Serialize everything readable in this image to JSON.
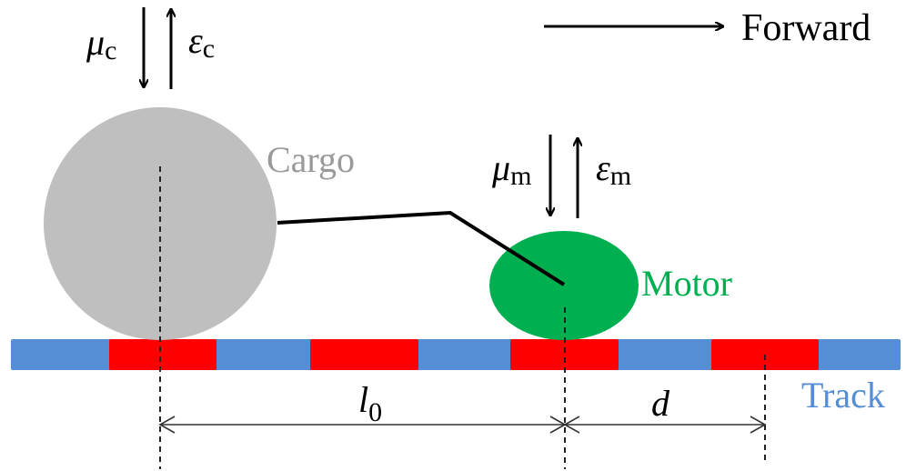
{
  "diagram": {
    "forward_label": "Forward",
    "cargo": {
      "label": "Cargo",
      "color": "#bfbfbf",
      "label_color": "#9a9a9a",
      "rate_binding": {
        "symbol": "μ",
        "subscript": "c"
      },
      "rate_unbinding": {
        "symbol": "ε",
        "subscript": "c"
      }
    },
    "motor": {
      "label": "Motor",
      "color": "#00b050",
      "label_color": "#00b050",
      "rate_binding": {
        "symbol": "μ",
        "subscript": "m"
      },
      "rate_unbinding": {
        "symbol": "ε",
        "subscript": "m"
      }
    },
    "track": {
      "label": "Track",
      "color": "#558ed5",
      "label_color": "#558ed5",
      "binding_site_color": "#ff0000",
      "binding_site_count": 4
    },
    "dimensions": {
      "l0": {
        "symbol": "l",
        "subscript": "0"
      },
      "d": {
        "symbol": "d"
      }
    },
    "line_color": "#000000"
  }
}
